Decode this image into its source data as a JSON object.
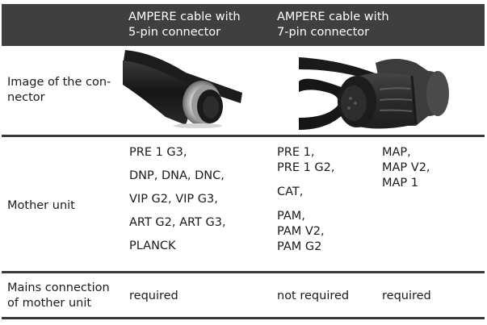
{
  "table": {
    "header": {
      "col1": "",
      "col2": [
        "AMPERE cable with",
        "5-pin connector"
      ],
      "col3": [
        "AMPERE cable with",
        "7-pin connector"
      ]
    },
    "rows": {
      "image": {
        "label": [
          "Image of the con-",
          "nector"
        ],
        "col2_image": "5-pin-connector-photo",
        "col3_image": "7-pin-connector-photo"
      },
      "mother_unit": {
        "label": "Mother unit",
        "col2": [
          "PRE 1 G3,",
          "DNP, DNA, DNC,",
          "VIP G2, VIP G3,",
          "ART G2, ART G3,",
          "PLANCK"
        ],
        "col3a": [
          "PRE 1,",
          "PRE 1 G2,",
          "CAT,",
          "PAM,",
          "PAM V2,",
          "PAM G2"
        ],
        "col3b": [
          "MAP,",
          "MAP V2,",
          "MAP 1"
        ]
      },
      "mains": {
        "label": [
          "Mains connection",
          "of mother unit"
        ],
        "col2": "required",
        "col3a": "not required",
        "col3b": "required"
      }
    }
  },
  "colors": {
    "header_bg": "#3f3f3f",
    "header_text": "#ffffff",
    "rule": "#3a3a3a",
    "body_text": "#1a1a1a"
  }
}
